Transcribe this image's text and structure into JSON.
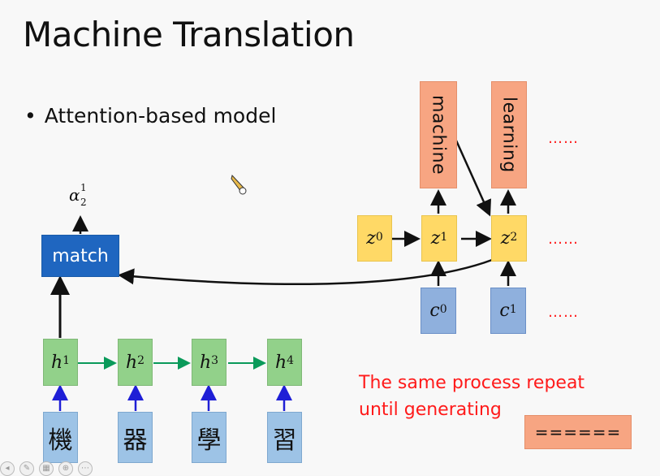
{
  "slide": {
    "title": "Machine Translation",
    "bullet": "Attention-based model",
    "bullet_dot": "•"
  },
  "encoder": {
    "hidden": [
      {
        "sym": "h",
        "sup": "1"
      },
      {
        "sym": "h",
        "sup": "2"
      },
      {
        "sym": "h",
        "sup": "3"
      },
      {
        "sym": "h",
        "sup": "4"
      }
    ],
    "inputs": [
      "機",
      "器",
      "學",
      "習"
    ]
  },
  "match": {
    "label": "match",
    "alpha_sym": "α",
    "alpha_sup": "1",
    "alpha_sub": "2"
  },
  "decoder": {
    "states": [
      {
        "sym": "z",
        "sup": "0"
      },
      {
        "sym": "z",
        "sup": "1"
      },
      {
        "sym": "z",
        "sup": "2"
      }
    ],
    "contexts": [
      {
        "sym": "c",
        "sup": "0"
      },
      {
        "sym": "c",
        "sup": "1"
      }
    ],
    "outputs": [
      "machine",
      "learning"
    ],
    "ellipsis": "……"
  },
  "note": {
    "line1": "The same process repeat",
    "line2": "until generating",
    "end_box": "======"
  },
  "colors": {
    "encoder_arrow": "#0a9a5a",
    "input_arrow": "#1f1fd6",
    "accent_red": "#ff1a1a"
  }
}
